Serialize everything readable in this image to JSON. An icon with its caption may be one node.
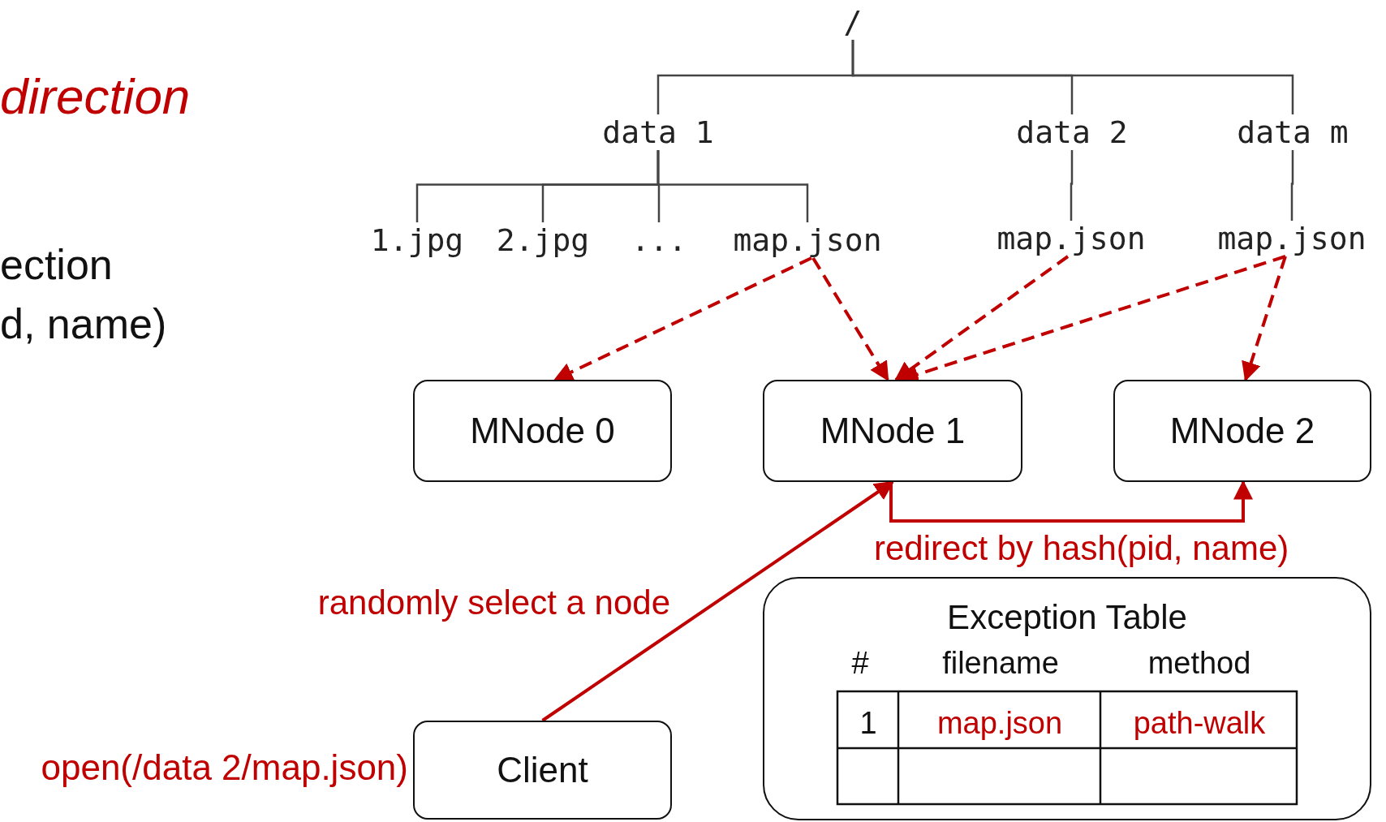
{
  "diagram": {
    "nodes": [
      {
        "text": [
          "/"
        ]
      },
      {
        "text": [
          "data 1"
        ]
      },
      {
        "text": [
          "data 2"
        ]
      },
      {
        "text": [
          "data m"
        ]
      },
      {
        "text": [
          "1.jpg"
        ]
      },
      {
        "text": [
          "2.jpg"
        ]
      },
      {
        "text": [
          "..."
        ]
      },
      {
        "text": [
          "map.json"
        ]
      },
      {
        "text": [
          "map.json"
        ]
      },
      {
        "text": [
          "map.json"
        ]
      },
      {
        "text": [
          "MNode 0"
        ]
      },
      {
        "text": [
          "MNode 1"
        ]
      },
      {
        "text": [
          "MNode 2"
        ]
      },
      {
        "text": [
          "Client"
        ],
        "beside": [
          "open(/data 2/map.json)"
        ]
      },
      {
        "text": [
          "Exception Table"
        ]
      }
    ],
    "edges": [
      {
        "from": 0,
        "to": 1,
        "arrow": "none"
      },
      {
        "from": 0,
        "to": 2,
        "arrow": "none"
      },
      {
        "from": 0,
        "to": 3,
        "arrow": "none"
      },
      {
        "from": 1,
        "to": 4,
        "arrow": "none"
      },
      {
        "from": 1,
        "to": 5,
        "arrow": "none"
      },
      {
        "from": 1,
        "to": 6,
        "arrow": "none"
      },
      {
        "from": 1,
        "to": 7,
        "arrow": "none"
      },
      {
        "from": 2,
        "to": 8,
        "arrow": "none"
      },
      {
        "from": 3,
        "to": 9,
        "arrow": "none"
      },
      {
        "from": 7,
        "to": 10,
        "arrow": "to",
        "style": "dashed",
        "color": "#c00000"
      },
      {
        "from": 7,
        "to": 11,
        "arrow": "to",
        "style": "dashed",
        "color": "#c00000"
      },
      {
        "from": 8,
        "to": 11,
        "arrow": "to",
        "style": "dashed",
        "color": "#c00000"
      },
      {
        "from": 9,
        "to": 11,
        "arrow": "to",
        "style": "dashed",
        "color": "#c00000"
      },
      {
        "from": 9,
        "to": 12,
        "arrow": "to",
        "style": "dashed",
        "color": "#c00000"
      },
      {
        "from": 13,
        "to": 11,
        "arrow": "to",
        "label": "randomly select a node",
        "color": "#c00000"
      },
      {
        "from": 11,
        "to": 12,
        "arrow": "to",
        "label": "redirect by hash(pid, name)",
        "color": "#c00000"
      }
    ],
    "labels": [
      "direction",
      "ection",
      "d, name)",
      "#",
      "filename",
      "method",
      "1",
      "map.json",
      "path-walk"
    ]
  }
}
